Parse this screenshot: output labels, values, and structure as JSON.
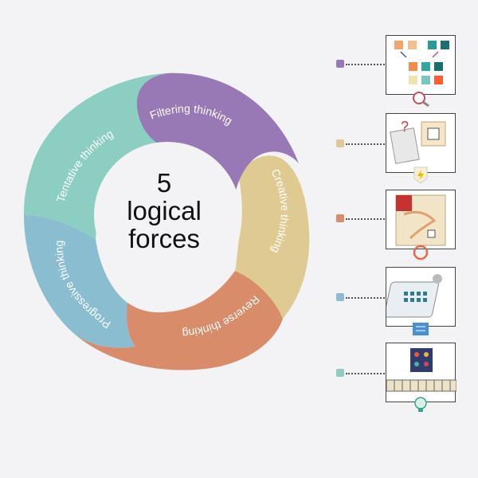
{
  "center": {
    "line1": "5",
    "line2": "logical",
    "line3": "forces"
  },
  "segments": [
    {
      "label": "Filtering thinking",
      "color": "#9979b5",
      "icon": "grid-color-sort-icon"
    },
    {
      "label": "Creative thinking",
      "color": "#dfcb92",
      "icon": "question-dice-icon"
    },
    {
      "label": "Reverse thinking",
      "color": "#d98c6a",
      "icon": "path-puzzle-icon"
    },
    {
      "label": "Progressive thinking",
      "color": "#8bbdd0",
      "icon": "tablet-toy-icon"
    },
    {
      "label": "Tentative thinking",
      "color": "#8ccfc2",
      "icon": "robot-board-icon"
    }
  ]
}
